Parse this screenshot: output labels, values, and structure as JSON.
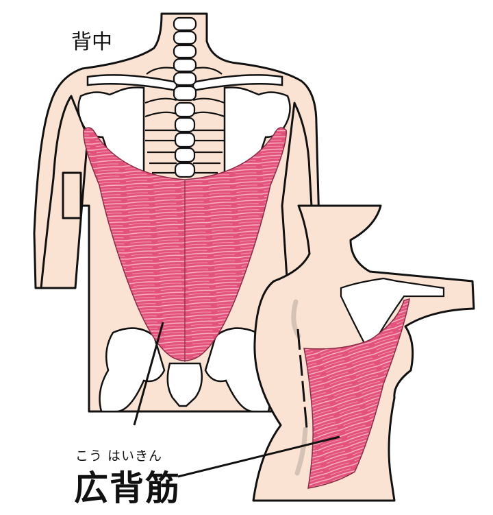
{
  "title": "背中",
  "label": {
    "ruby": "こう はいきん",
    "main": "広背筋"
  },
  "colors": {
    "skin": "#fbe3d3",
    "muscle": "#e3527a",
    "muscle_fiber": "#f7b3c6",
    "bone": "#ffffff",
    "outline": "#111111",
    "shadow": "#d5c2b7"
  },
  "views": [
    {
      "name": "front-back-view",
      "description": "Posterior view of torso showing spine, ribs, scapulae, pelvis and latissimus dorsi"
    },
    {
      "name": "side-view",
      "description": "Posterolateral view with raised arm showing latissimus dorsi"
    }
  ]
}
